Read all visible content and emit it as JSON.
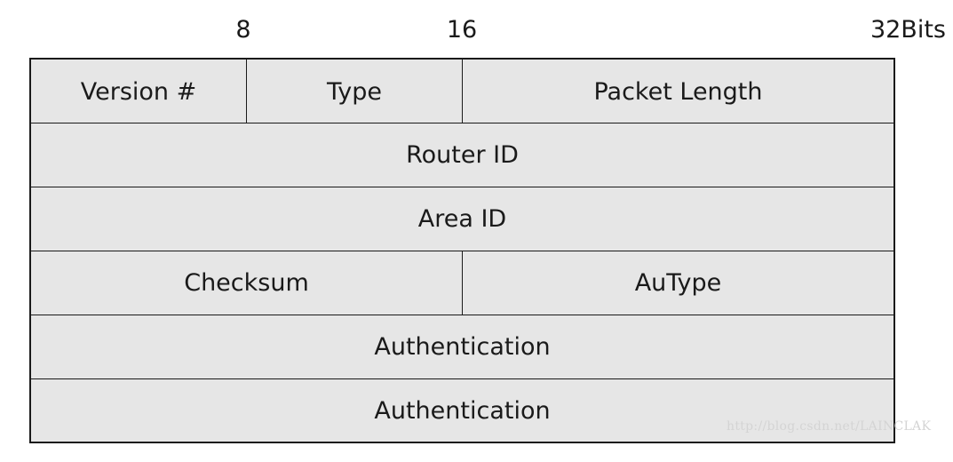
{
  "bit_markers": {
    "b8": "8",
    "b16": "16",
    "b32": "32Bits"
  },
  "rows": [
    {
      "cells": [
        "Version #",
        "Type",
        "Packet Length"
      ]
    },
    {
      "cells": [
        "Router ID"
      ]
    },
    {
      "cells": [
        "Area ID"
      ]
    },
    {
      "cells": [
        "Checksum",
        "AuType"
      ]
    },
    {
      "cells": [
        "Authentication"
      ]
    },
    {
      "cells": [
        "Authentication"
      ]
    }
  ],
  "watermark": "http://blog.csdn.net/LAINCLAK"
}
